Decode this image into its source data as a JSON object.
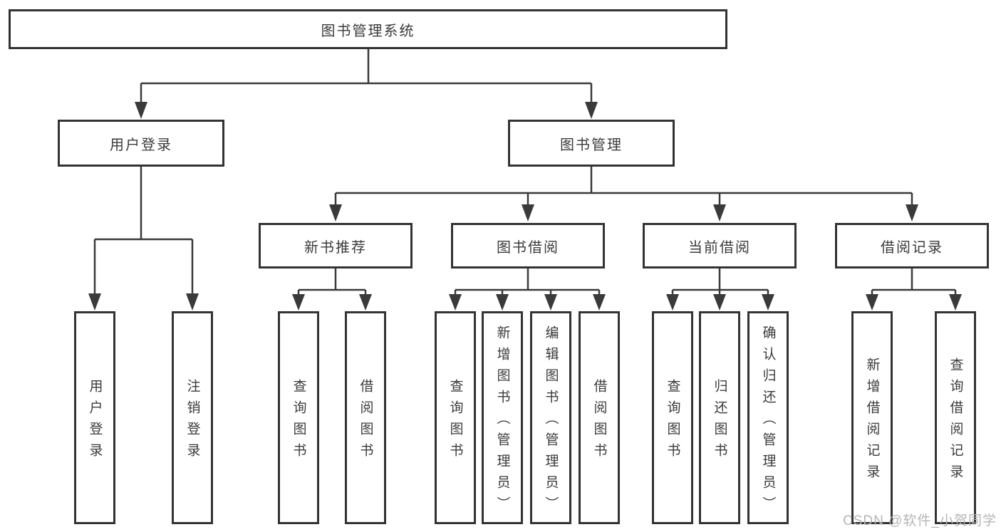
{
  "colors": {
    "line": "#3a3a3a",
    "border": "#333333",
    "text": "#3b3b3b",
    "watermark": "#b5b5b5",
    "background": "#ffffff"
  },
  "watermark": {
    "text": "CSDN @软件_小贺同学"
  },
  "tree": {
    "label": "图书管理系统",
    "children": [
      {
        "label": "用户登录",
        "children": [
          {
            "label": "用户登录"
          },
          {
            "label": "注销登录"
          }
        ]
      },
      {
        "label": "图书管理",
        "children": [
          {
            "label": "新书推荐",
            "children": [
              {
                "label": "查询图书"
              },
              {
                "label": "借阅图书"
              }
            ]
          },
          {
            "label": "图书借阅",
            "children": [
              {
                "label": "查询图书"
              },
              {
                "label": "新增图书（管理员）"
              },
              {
                "label": "编辑图书（管理员）"
              },
              {
                "label": "借阅图书"
              }
            ]
          },
          {
            "label": "当前借阅",
            "children": [
              {
                "label": "查询图书"
              },
              {
                "label": "归还图书"
              },
              {
                "label": "确认归还（管理员）"
              }
            ]
          },
          {
            "label": "借阅记录",
            "children": [
              {
                "label": "新增借阅记录"
              },
              {
                "label": "查询借阅记录"
              }
            ]
          }
        ]
      }
    ]
  }
}
